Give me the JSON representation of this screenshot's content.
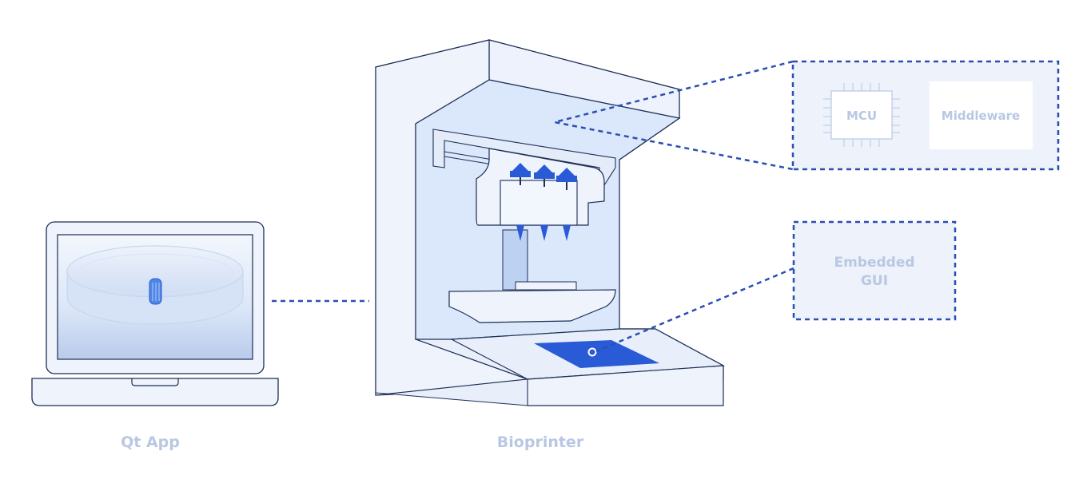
{
  "labels": {
    "qt_app": "Qt App",
    "bioprinter": "Bioprinter",
    "mcu": "MCU",
    "middleware": "Middleware",
    "embedded_gui_line1": "Embedded",
    "embedded_gui_line2": "GUI"
  },
  "colors": {
    "outline": "#1d2f55",
    "accent": "#2a5bd7",
    "dashed_link": "#2a4fb3",
    "panel_fill": "#e9f0fb",
    "label_text": "#b9c8e2"
  }
}
